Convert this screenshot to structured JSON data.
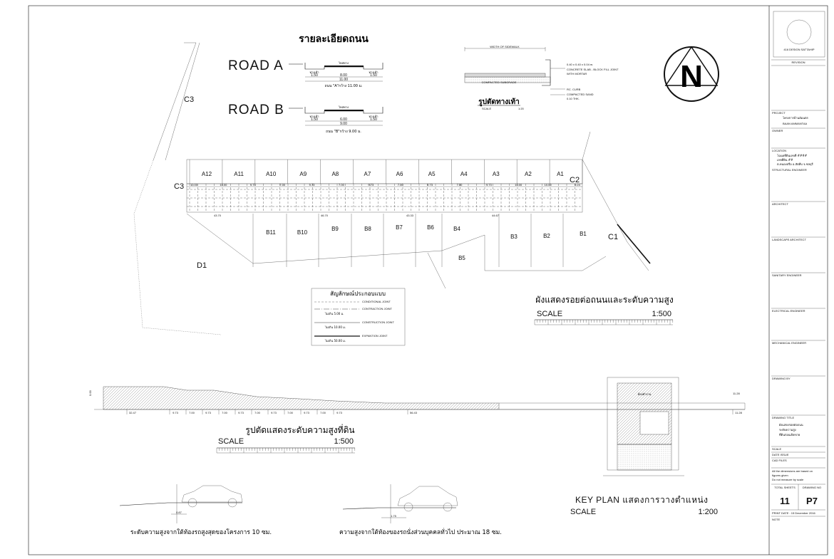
{
  "road_detail": {
    "title": "รายละเอียดถนน",
    "road_a_label": "ROAD A",
    "road_b_label": "ROAD B",
    "road_a": {
      "lane": "ไหล่ทาง",
      "sidewalk_l": "ทางเท้า",
      "sidewalk_r": "ทางเท้า",
      "w_side_l": "1.50",
      "w_mid": "8.00",
      "w_side_r": "1.50",
      "w_total": "11.00",
      "caption": "ถนน \"A\"กว้าง 11.00 ม."
    },
    "road_b": {
      "lane": "ไหล่ทาง",
      "sidewalk_l": "ทางเท้า",
      "sidewalk_r": "ทางเท้า",
      "w_side_l": "1.50",
      "w_mid": "6.00",
      "w_side_r": "1.50",
      "w_total": "9.00",
      "caption": "ถนน \"B\"กว้าง 9.00 ม."
    }
  },
  "sidewalk_section": {
    "header": "WIDTH OF SIDEWALK",
    "notes": [
      "0.40 x 0.40 x 0.04 m.",
      "CONCRETE SLAB - BLOCK FILL JOINT",
      "WITH MORTAR",
      "COMPACTED SUBGRADE",
      "RC. CURB",
      "COMPACTED SAND",
      "0.10 THK."
    ],
    "title": "รูปตัดทางเท้า",
    "scale_label": "SCALE",
    "scale_value": "1:20"
  },
  "north_arrow": {
    "letter": "N"
  },
  "plan": {
    "lots_top": [
      "A12",
      "A11",
      "A10",
      "A9",
      "A8",
      "A7",
      "A6",
      "A5",
      "A4",
      "A3",
      "A2",
      "A1"
    ],
    "lots_bottom": [
      "B11",
      "B10",
      "B9",
      "B8",
      "B7",
      "B6",
      "B4",
      "B5",
      "B3",
      "B2",
      "B1"
    ],
    "other_labels": [
      "C3",
      "C3",
      "C2",
      "C1",
      "D1"
    ],
    "dims_top": [
      "10.00",
      "10.00",
      "9.73",
      "7.00",
      "9.73",
      "7.00",
      "9.73",
      "7.00",
      "9.73",
      "7.00",
      "9.73",
      "10.00",
      "10.00",
      "9.24"
    ],
    "dims_total": [
      "43.70",
      "46.70",
      "43.33",
      "44.67"
    ],
    "title": "ผังแสดงรอยต่อถนนและระดับความสูง",
    "scale_label": "SCALE",
    "scale_value": "1:500"
  },
  "legend": {
    "title": "สัญลักษณ์ประกอบแบบ",
    "items": [
      {
        "label": "CONDITIONAL JOINT",
        "note": ""
      },
      {
        "label": "CONTRACTION JOINT",
        "note": "ไม่เกิน 5.00 ม."
      },
      {
        "label": "CONSTRUCTION JOINT",
        "note": "ไม่เกิน 10.00 ม."
      },
      {
        "label": "EXPANTION JOINT",
        "note": "ไม่เกิน 50.00 ม."
      }
    ]
  },
  "profile": {
    "title": "รูปตัดแสดงระดับความสูงที่ดิน",
    "scale_label": "SCALE",
    "scale_value": "1:500",
    "dims": [
      "32.47",
      "9.73",
      "7.00",
      "9.73",
      "7.00",
      "9.73",
      "7.00",
      "9.73",
      "7.00",
      "9.73",
      "7.00",
      "9.73",
      "56.43",
      "11.28"
    ],
    "left_height": "0.00",
    "right_label": "11.28"
  },
  "cars": {
    "caption_left": "ระดับความสูงจากใต้ท้องรถสูงสุดของโครงการ  10  ซม.",
    "caption_right": "ความสูงจากใต้ท้องของรถนั่งส่วนบุคคลทั่วไป  ประมาณ  18  ซม.",
    "dim_left": "0.87",
    "dim_right": "1.75"
  },
  "key_plan": {
    "title": "KEY PLAN  แสดงการวางตำแหน่ง",
    "scale_label": "SCALE",
    "scale_value": "1:200",
    "room_label": "ห้องทำงาน"
  },
  "title_block": {
    "logo_text": "416 DESIGN SATTAHIP",
    "revision_label": "REVISION",
    "project_label": "PROJECT",
    "project_th": "โครงการบ้านอัมนตร",
    "project_en": "BAAN AMMANTAA",
    "owner_label": "OWNER",
    "location_label": "LOCATION",
    "location_lines": [
      "โฉนดที่ดินเลขที่ ####",
      "เลขที่ดิน ##",
      "ต.หนองปรือ อ.สัตหีบ จ.ชลบุรี"
    ],
    "structural_label": "STRUCTURAL ENGINEER",
    "architect_label": "ARCHITECT",
    "landscape_label": "LANDSCAPE ARCHITECT",
    "sanitary_label": "SANITARY ENGINEER",
    "electrical_label": "ELECTRICAL ENGINEER",
    "mechanical_label": "MECHANICAL ENGINEER",
    "drawing_by_label": "DRAWING BY",
    "drawing_title_label": "DRAWING TITLE",
    "drawing_title_lines": [
      "ผังแสดงรอยต่อถนน",
      "ระดับความสูง",
      "ที่ดินก่อนเปิดขาย"
    ],
    "scale_label": "SCALE",
    "date_issue_label": "DATE ISSUE",
    "cad_files_label": "CAD FILES",
    "disclaimer": [
      "All the dimensions are based on",
      "figures given",
      "Do not measure by scale"
    ],
    "total_sheets_label": "TOTAL SHEETS",
    "drawing_no_label": "DRAWING NO",
    "total_sheets": "11",
    "drawing_no": "P7",
    "print_date": "PRINT DATE : 15 December 2016",
    "note_label": "NOTE"
  }
}
